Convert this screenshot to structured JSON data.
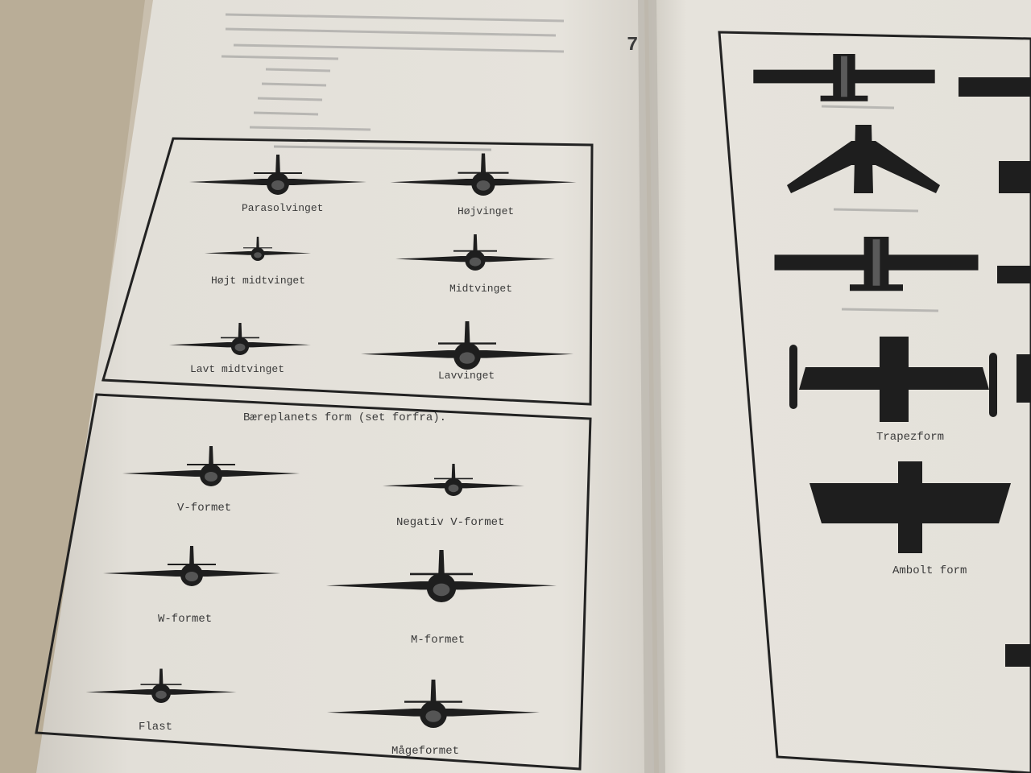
{
  "page_number": "7",
  "left_page": {
    "box1": {
      "items": [
        {
          "label": "Parasolvinget"
        },
        {
          "label": "Højvinget"
        },
        {
          "label": "Højt midtvinget"
        },
        {
          "label": "Midtvinget"
        },
        {
          "label": "Lavt midtvinget"
        },
        {
          "label": "Lavvinget"
        }
      ]
    },
    "box2": {
      "title": "Bæreplanets form (set forfra).",
      "items": [
        {
          "label": "V-formet"
        },
        {
          "label": "Negativ V-formet"
        },
        {
          "label": "W-formet"
        },
        {
          "label": "M-formet"
        },
        {
          "label": "Flast"
        },
        {
          "label": "Mågeformet"
        }
      ]
    }
  },
  "right_page": {
    "items": [
      {
        "label": "Trapezform"
      },
      {
        "label": "Ambolt form"
      }
    ]
  },
  "colors": {
    "paper": "#e6e3dc",
    "ink": "#222222",
    "silhouette": "#1e1e1e",
    "table": "#c9bfae"
  }
}
